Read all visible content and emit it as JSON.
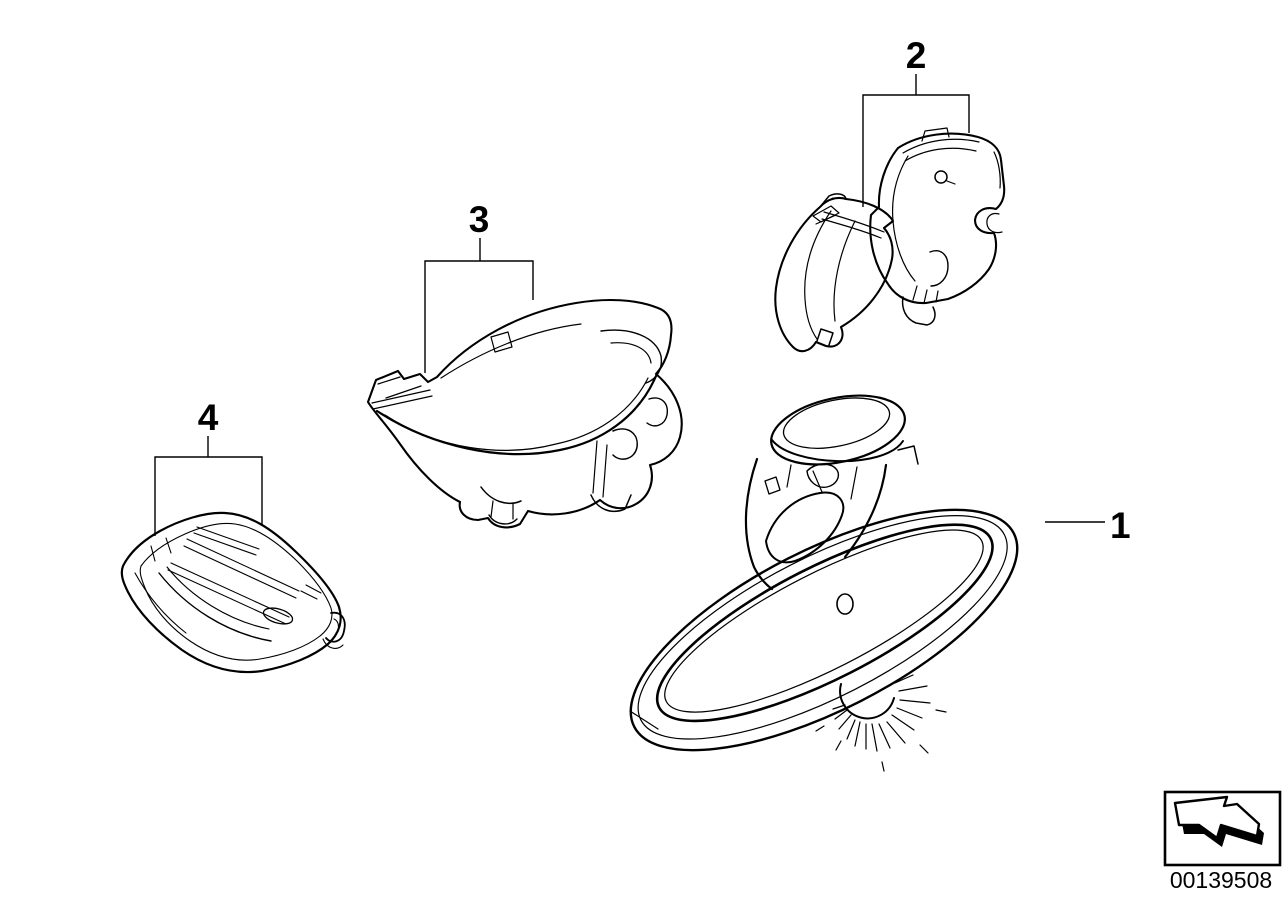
{
  "diagram": {
    "type": "parts-exploded-view",
    "callouts": {
      "c1": {
        "label": "1"
      },
      "c2": {
        "label": "2"
      },
      "c3": {
        "label": "3"
      },
      "c4": {
        "label": "4"
      }
    },
    "stamp": {
      "number": "00139508",
      "icon": "direction-arrow-icon"
    },
    "colors": {
      "line": "#000000",
      "background": "#ffffff"
    }
  }
}
